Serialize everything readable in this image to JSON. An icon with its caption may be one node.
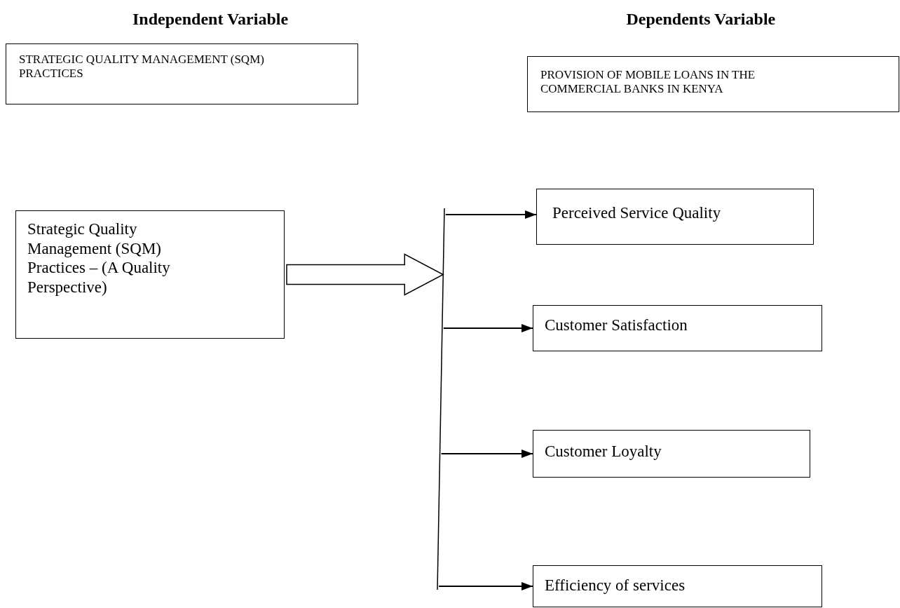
{
  "diagram": {
    "nodes": [
      {
        "text": [
          "STRATEGIC QUALITY MANAGEMENT (SQM) PRACTICES"
        ]
      },
      {
        "text": [
          "PROVISION OF MOBILE LOANS IN THE COMMERCIAL BANKS IN KENYA"
        ]
      },
      {
        "text": [
          "Strategic Quality Management (SQM) Practices – (A Quality Perspective)"
        ]
      },
      {
        "text": [],
        "shape": "bar"
      },
      {
        "text": [
          "Perceived Service Quality"
        ]
      },
      {
        "text": [
          "Customer Satisfaction"
        ]
      },
      {
        "text": [
          "Customer Loyalty"
        ]
      },
      {
        "text": [
          "Efficiency of services"
        ]
      }
    ],
    "edges": [
      {
        "from": 2,
        "to": 3,
        "arrow": "to",
        "style": "thick"
      },
      {
        "from": 3,
        "to": 4,
        "arrow": "to"
      },
      {
        "from": 3,
        "to": 5,
        "arrow": "to"
      },
      {
        "from": 3,
        "to": 6,
        "arrow": "to"
      },
      {
        "from": 3,
        "to": 7,
        "arrow": "to"
      }
    ],
    "labels": [
      "Independent Variable",
      "Dependents Variable"
    ]
  }
}
